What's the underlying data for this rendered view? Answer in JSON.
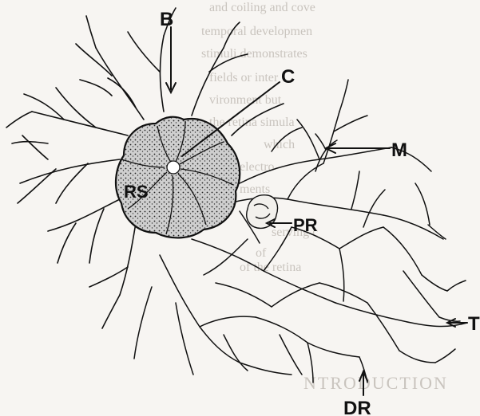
{
  "figure": {
    "labels": {
      "B": "B",
      "C": "C",
      "M": "M",
      "RS": "RS",
      "PR": "PR",
      "T": "T",
      "DR": "DR"
    },
    "bleed_through": [
      "and coiling and cove",
      "temporal developmen",
      "stimuli demonstrates",
      "fields or inter",
      "vironment but",
      "the retina simula",
      "which",
      "electro",
      "ments",
      "serving c",
      "of",
      "of the retina",
      "NTRODUCTION"
    ]
  }
}
